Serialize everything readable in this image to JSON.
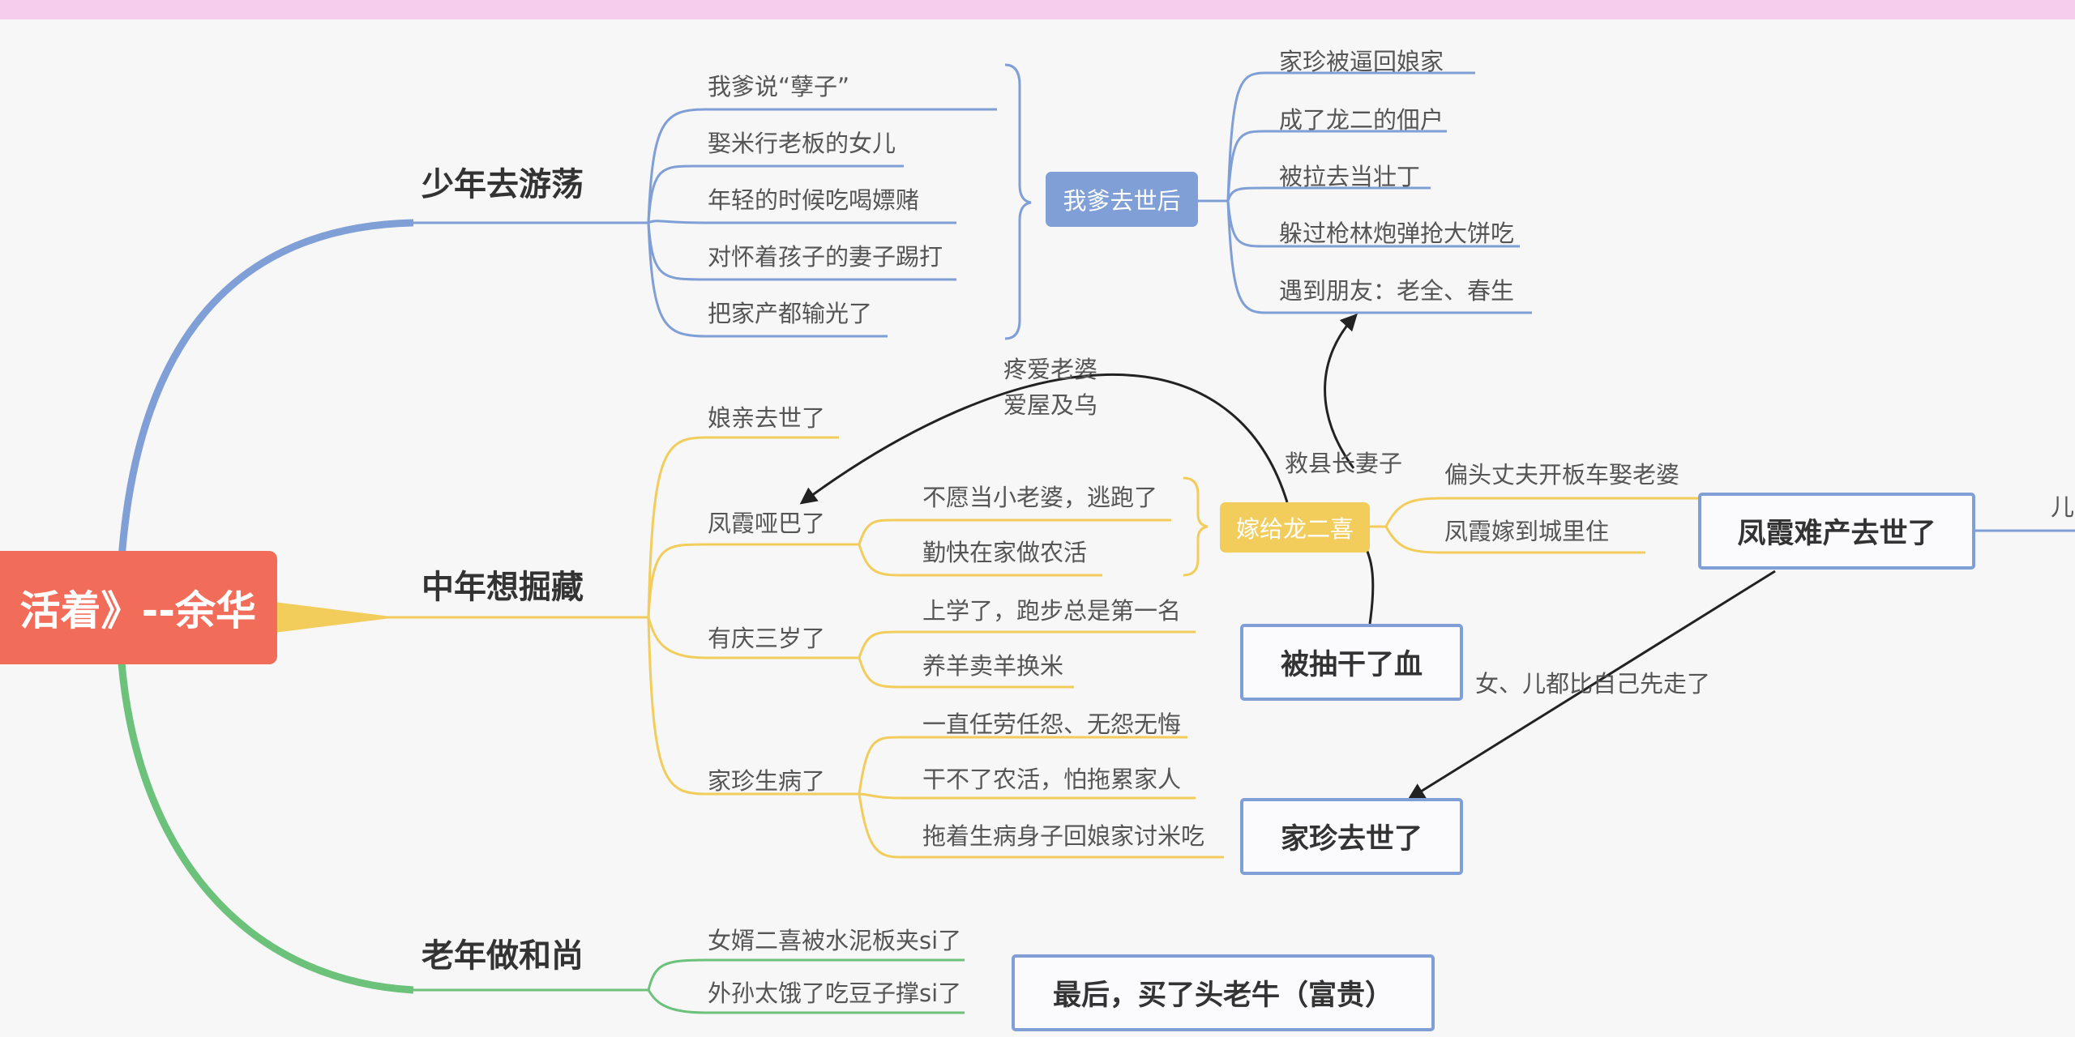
{
  "root": "活着》--余华",
  "branches": {
    "youth": {
      "title": "少年去游荡",
      "items": [
        "我爹说“孽子”",
        "娶米行老板的女儿",
        "年轻的时候吃喝嫖赌",
        "对怀着孩子的妻子踢打",
        "把家产都输光了"
      ],
      "tag": "我爹去世后",
      "sub_items": [
        "家珍被逼回娘家",
        "成了龙二的佃户",
        "被拉去当壮丁",
        "躲过枪林炮弹抢大饼吃",
        "遇到朋友：老全、春生"
      ]
    },
    "middle": {
      "title": "中年想掘藏",
      "items": [
        "娘亲去世了",
        "凤霞哑巴了",
        "有庆三岁了",
        "家珍生病了"
      ],
      "fengxia_sub": [
        "不愿当小老婆，逃跑了",
        "勤快在家做农活"
      ],
      "youqing_sub": [
        "上学了，跑步总是第一名",
        "养羊卖羊换米"
      ],
      "jiazhen_sub": [
        "一直任劳任怨、无怨无悔",
        "干不了农活，怕拖累家人",
        "拖着生病身子回娘家讨米吃"
      ],
      "tag": "嫁给龙二喜",
      "tag_sub": [
        "偏头丈夫开板车娶老婆",
        "凤霞嫁到城里住"
      ]
    },
    "old": {
      "title": "老年做和尚",
      "items": [
        "女婿二喜被水泥板夹si了",
        "外孙太饿了吃豆子撑si了"
      ]
    }
  },
  "boxes": {
    "drained": "被抽干了血",
    "fengxia_death": "凤霞难产去世了",
    "jiazhen_death": "家珍去世了",
    "final": "最后，买了头老牛（富贵）"
  },
  "annotations": {
    "love_1": "疼爱老婆",
    "love_2": "爱屋及乌",
    "save_wife": "救县长妻子",
    "children_died": "女、儿都比自己先走了",
    "cut_text": "儿"
  },
  "colors": {
    "root": "#f26c5a",
    "youth": "#7f9fd6",
    "middle": "#f2cd5c",
    "old": "#6cc17b",
    "pink_bar": "#f7cdee"
  }
}
